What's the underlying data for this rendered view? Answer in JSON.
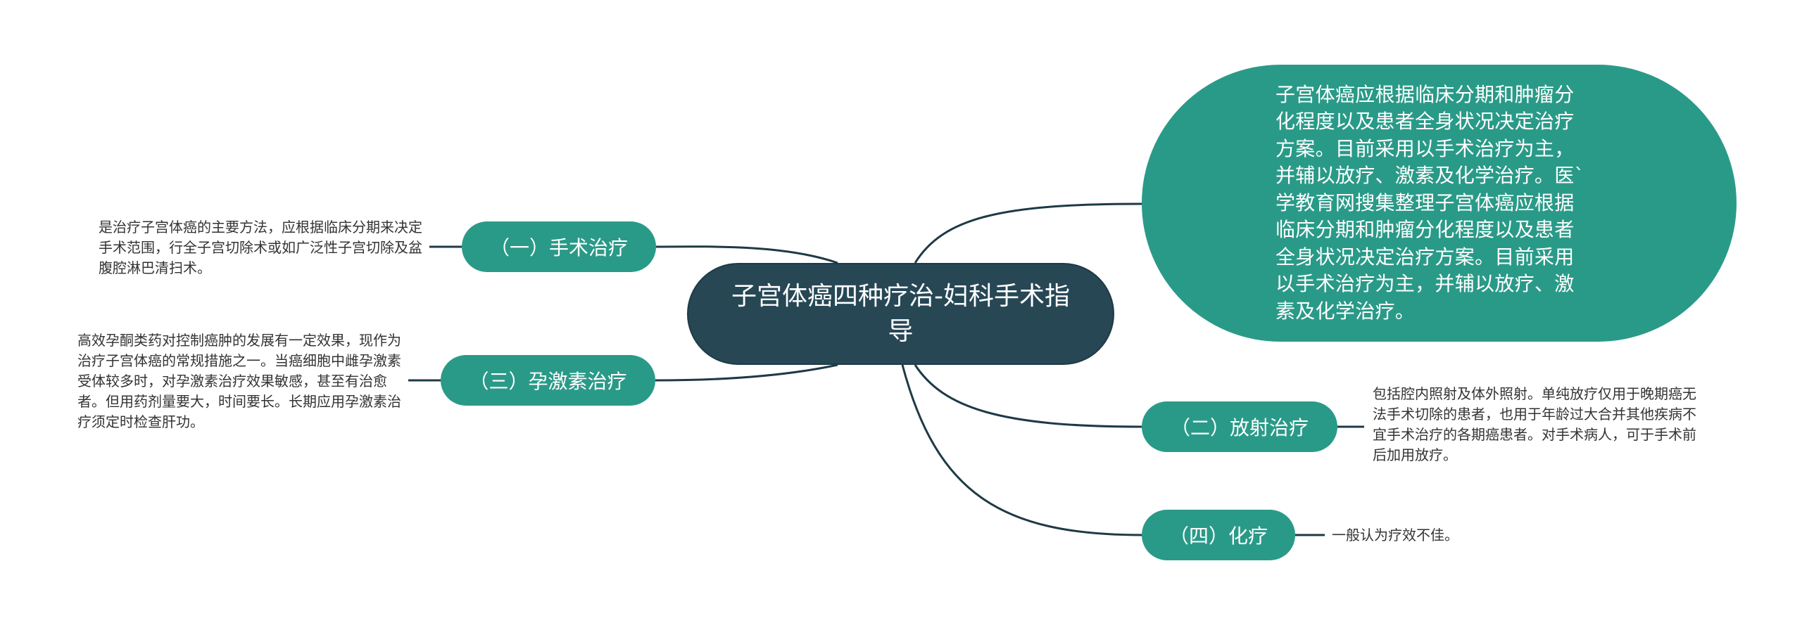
{
  "root": {
    "title": "子宫体癌四种疗治-妇科手术指导"
  },
  "summary": {
    "text": "子宫体癌应根据临床分期和肿瘤分化程度以及患者全身状况决定治疗方案。目前采用以手术治疗为主，并辅以放疗、激素及化学治疗。医`学教育网搜集整理子宫体癌应根据临床分期和肿瘤分化程度以及患者全身状况决定治疗方案。目前采用以手术治疗为主，并辅以放疗、激素及化学治疗。"
  },
  "branches": {
    "surgery": {
      "label": "（一）手术治疗",
      "detail": "是治疗子宫体癌的主要方法，应根据临床分期来决定手术范围，行全子宫切除术或如广泛性子宫切除及盆腹腔淋巴清扫术。"
    },
    "radiation": {
      "label": "（二）放射治疗",
      "detail": "包括腔内照射及体外照射。单纯放疗仅用于晚期癌无法手术切除的患者，也用于年龄过大合并其他疾病不宜手术治疗的各期癌患者。对手术病人，可于手术前后加用放疗。"
    },
    "hormone": {
      "label": "（三）孕激素治疗",
      "detail": "高效孕酮类药对控制癌肿的发展有一定效果，现作为治疗子宫体癌的常规措施之一。当癌细胞中雌孕激素受体较多时，对孕激素治疗效果敏感，甚至有治愈者。但用药剂量要大，时间要长。长期应用孕激素治疗须定时检查肝功。"
    },
    "chemo": {
      "label": "（四）化疗",
      "detail": "一般认为疗效不佳。"
    }
  },
  "colors": {
    "root_fill": "#274755",
    "branch_fill": "#2a9a88",
    "connector": "#1e3a46",
    "leaf_text": "#333333"
  }
}
